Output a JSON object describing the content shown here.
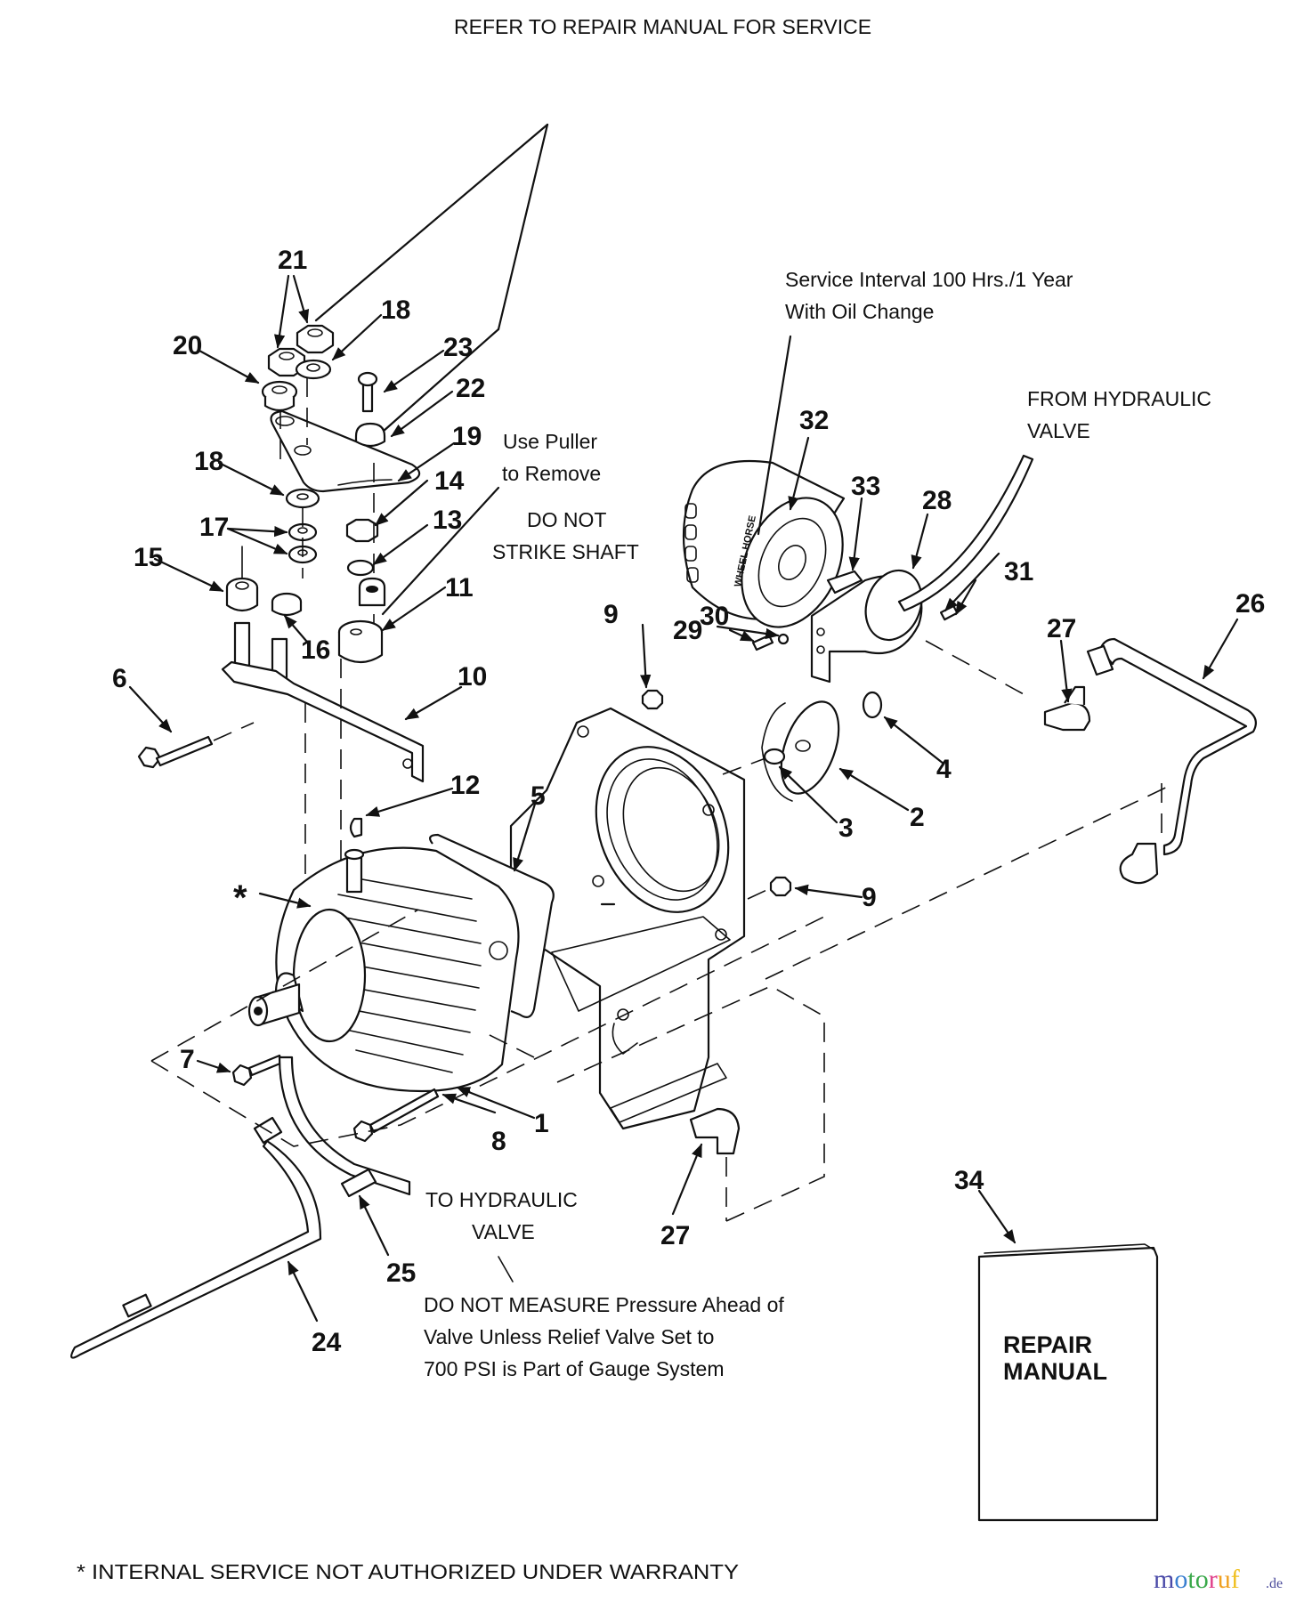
{
  "header": {
    "title": "REFER TO REPAIR MANUAL FOR SERVICE"
  },
  "notes": {
    "filter_service": [
      "Service Interval 100 Hrs./1 Year",
      "With Oil Change"
    ],
    "from_valve": [
      "FROM HYDRAULIC",
      "VALVE"
    ],
    "puller": [
      "Use Puller",
      "to Remove"
    ],
    "strike": [
      "DO NOT",
      "STRIKE SHAFT"
    ],
    "to_valve": [
      "TO HYDRAULIC",
      "VALVE"
    ],
    "pressure_warning": [
      "DO NOT MEASURE Pressure Ahead of",
      "Valve Unless Relief Valve Set to",
      "700 PSI is Part of Gauge System"
    ],
    "footnote": "* INTERNAL SERVICE NOT AUTHORIZED UNDER WARRANTY"
  },
  "manual_book": {
    "title_line1": "REPAIR",
    "title_line2": "MANUAL"
  },
  "filter_brand": "WHEEL HORSE",
  "callouts": {
    "c1": "1",
    "c2": "2",
    "c3": "3",
    "c4": "4",
    "c5": "5",
    "c6": "6",
    "c7": "7",
    "c8": "8",
    "c9a": "9",
    "c9b": "9",
    "c10": "10",
    "c11": "11",
    "c12": "12",
    "c13": "13",
    "c14": "14",
    "c15": "15",
    "c16": "16",
    "c17": "17",
    "c18a": "18",
    "c18b": "18",
    "c19": "19",
    "c20": "20",
    "c21": "21",
    "c22": "22",
    "c23": "23",
    "c24": "24",
    "c25": "25",
    "c26": "26",
    "c27a": "27",
    "c27b": "27",
    "c28": "28",
    "c29": "29",
    "c30": "30",
    "c31": "31",
    "c32": "32",
    "c33": "33",
    "c34": "34",
    "star": "*"
  },
  "watermark": {
    "letters": [
      {
        "ch": "m",
        "color": "#4a4aa8"
      },
      {
        "ch": "o",
        "color": "#3a7fd0"
      },
      {
        "ch": "t",
        "color": "#3aa84a"
      },
      {
        "ch": "o",
        "color": "#3aa84a"
      },
      {
        "ch": "r",
        "color": "#e0408a"
      },
      {
        "ch": "u",
        "color": "#f0a020"
      },
      {
        "ch": "f",
        "color": "#f0c020"
      }
    ],
    "suffix": ".de"
  }
}
